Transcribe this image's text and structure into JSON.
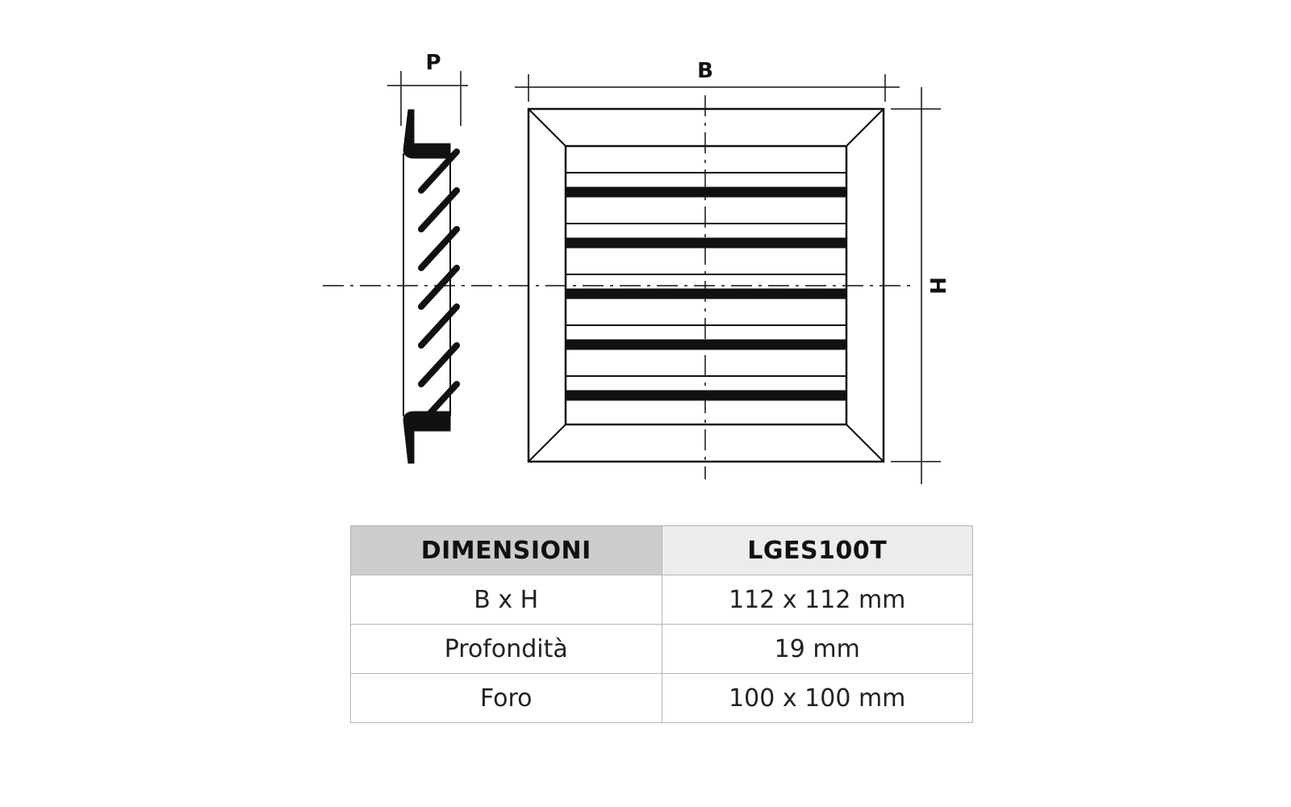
{
  "drawing": {
    "labels": {
      "depth": "P",
      "width": "B",
      "height": "H"
    },
    "louver_slats_front": 5,
    "louver_slats_side": 7,
    "line_color": "#111111"
  },
  "table": {
    "header": {
      "label": "DIMENSIONI",
      "model": "LGES100T"
    },
    "rows": [
      {
        "label": "B x H",
        "value": "112 x 112 mm"
      },
      {
        "label": "Profondità",
        "value": "19 mm"
      },
      {
        "label": "Foro",
        "value": "100 x 100 mm"
      }
    ],
    "colors": {
      "header_left_bg": "#cdcdcd",
      "header_right_bg": "#ececec",
      "border": "#b4b4b4"
    }
  }
}
